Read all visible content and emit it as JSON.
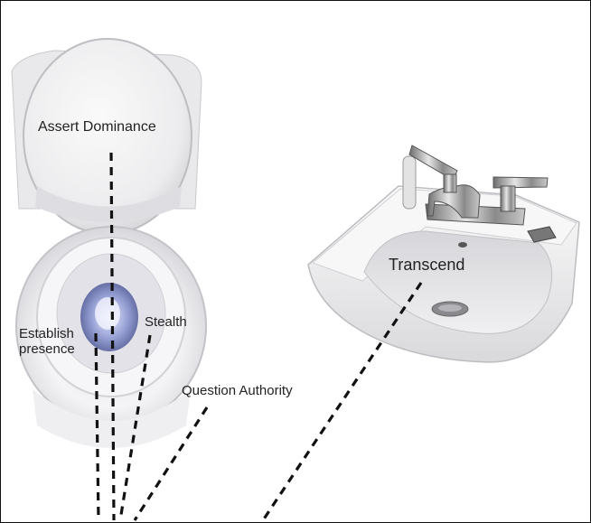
{
  "labels": {
    "assert": "Assert Dominance",
    "establish_line1": "Establish",
    "establish_line2": "presence",
    "stealth": "Stealth",
    "question": "Question Authority",
    "transcend": "Transcend"
  },
  "colors": {
    "line": "#111111",
    "porcelain": "#f2f2f4",
    "shade": "#c9c9ce",
    "water": "#8e98cf",
    "chrome": "#9a9a9a"
  }
}
